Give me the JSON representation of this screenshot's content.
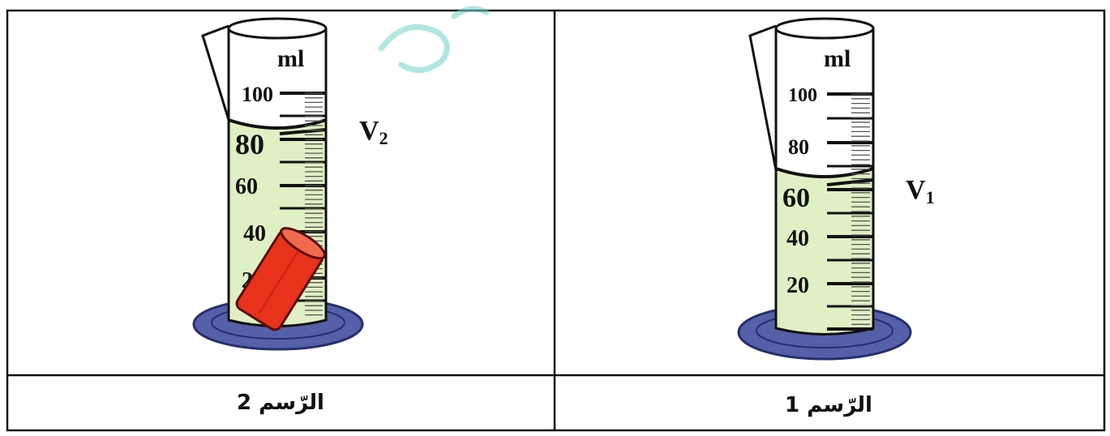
{
  "figures": [
    {
      "caption": "الرّسم 2",
      "unit": "ml",
      "tick_labels": [
        "100",
        "80",
        "60",
        "40",
        "20"
      ],
      "level_label_main": "V",
      "level_label_sub": "2",
      "contains_object": true
    },
    {
      "caption": "الرّسم 1",
      "unit": "ml",
      "tick_labels": [
        "100",
        "80",
        "60",
        "40",
        "20"
      ],
      "level_label_main": "V",
      "level_label_sub": "1",
      "contains_object": false
    }
  ],
  "colors": {
    "liquid": "#dff0c4",
    "base": "#5560a8",
    "object": "#e8321c",
    "watermark": "#6fd3c9"
  }
}
